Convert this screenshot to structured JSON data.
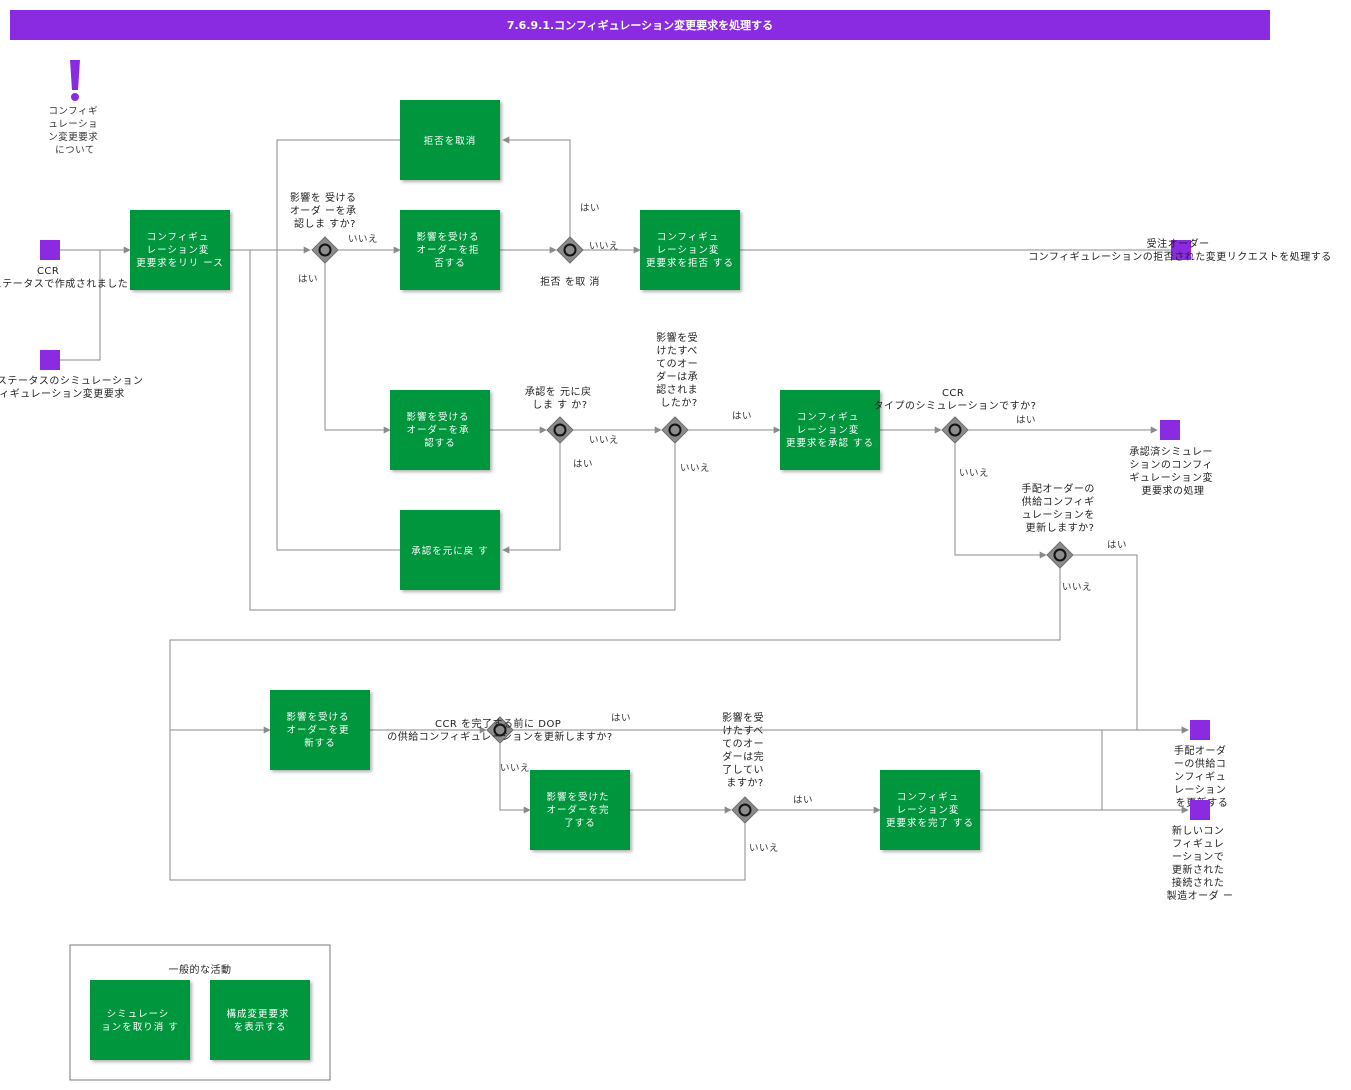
{
  "title": "7.6.9.1.コンフィギュレーション変更要求を処理する",
  "colors": {
    "title_bar": "#8a2be2",
    "activity": "#00963c",
    "event": "#8a2be2",
    "gateway": "#8c8c8c",
    "connector": "#8a8a8a"
  },
  "note_icon": "exclamation-icon",
  "nodes": {
    "note": [
      "コンフィギ",
      "ュレーショ",
      "ン変更要求",
      "について"
    ],
    "start_ccr": [
      "CCR",
      "ステータスで作成されました"
    ],
    "start_sim": [
      "ステータスのシミュレーション",
      "ィギュレーション変更要求"
    ],
    "release": [
      "コンフィギュ",
      "レーション変",
      "更要求をリリ ース"
    ],
    "reject_affected": [
      "影響を受ける",
      "オーダーを拒",
      "否する"
    ],
    "cancel_reject": [
      "拒否を取消"
    ],
    "reject_ccr": [
      "コンフィギュ",
      "レーション変",
      "更要求を拒否 する"
    ],
    "approve_affected": [
      "影響を受ける",
      "オーダーを承",
      "認する"
    ],
    "revert_approve": [
      "承認を元に戻 す"
    ],
    "approve_ccr": [
      "コンフィギュ",
      "レーション変",
      "更要求を承認 する"
    ],
    "update_affected": [
      "影響を受ける",
      "オーダーを更",
      "新する"
    ],
    "complete_affected": [
      "影響を受けた",
      "オーダーを完",
      "了する"
    ],
    "complete_ccr": [
      "コンフィギュ",
      "レーション変",
      "更要求を完了 する"
    ],
    "sim_cancel": [
      "シミュレーシ",
      "ョンを取り消 す"
    ],
    "show_ccr": [
      "構成変更要求",
      "を表示する"
    ]
  },
  "gateways": {
    "g1": [
      "影響を 受ける",
      "オーダ ーを承",
      "認しま すか?"
    ],
    "g2": [
      "拒否 を取 消"
    ],
    "g3": [
      "承認を 元に戻",
      "しま す か?"
    ],
    "g4": [
      "影響を受",
      "けたすべ",
      "てのオー",
      "ダーは承",
      "認されま",
      "したか?"
    ],
    "g5": [
      "CCR",
      "タイプのシミュレーションですか?"
    ],
    "g6": [
      "手配オーダーの",
      "供給コンフィギ",
      "ュレーションを",
      "更新しますか?"
    ],
    "g7": [
      "CCR を完了する前に DOP",
      "の供給コンフィギュレーションを更新しますか?"
    ],
    "g8": [
      "影響を受",
      "けたすべ",
      "てのオー",
      "ダーは完",
      "了してい",
      "ますか?"
    ]
  },
  "ends": {
    "e1": [
      "受注オーダー",
      "コンフィギュレーションの拒否された変更リクエストを処理する"
    ],
    "e2": [
      "承認済シミュレー",
      "ションのコンフィ",
      "ギュレーション変",
      "更要求の処理"
    ],
    "e3": [
      "手配オーダ",
      "ーの供給コ",
      "ンフィギュ",
      "レーション",
      "を更新する"
    ],
    "e4": [
      "新しいコン",
      "フィギュレ",
      "ーションで",
      "更新された",
      "接続された",
      "製造オーダ ー"
    ]
  },
  "edge_labels": {
    "yes": "はい",
    "no": "いいえ"
  },
  "group": {
    "label": "一般的な活動"
  }
}
